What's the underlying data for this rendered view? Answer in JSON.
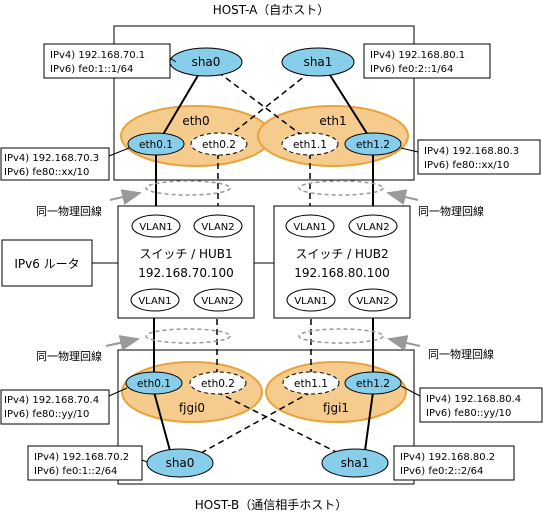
{
  "host_a": {
    "title": "HOST-A（自ホスト）"
  },
  "host_b": {
    "title": "HOST-B（通信相手ホスト）"
  },
  "nodes": {
    "a_sha0": "sha0",
    "a_sha1": "sha1",
    "b_sha0": "sha0",
    "b_sha1": "sha1",
    "eth0": "eth0",
    "eth1": "eth1",
    "fjgi0": "fjgi0",
    "fjgi1": "fjgi1",
    "eth0_1": "eth0.1",
    "eth0_2": "eth0.2",
    "eth1_1": "eth1.1",
    "eth1_2": "eth1.2",
    "b_eth0_1": "eth0.1",
    "b_eth0_2": "eth0.2",
    "b_eth1_1": "eth1.1",
    "b_eth1_2": "eth1.2"
  },
  "address_boxes": {
    "a_sha0": [
      "IPv4) 192.168.70.1",
      "IPv6) fe0:1::1/64"
    ],
    "a_sha1": [
      "IPv4) 192.168.80.1",
      "IPv6) fe0:2::1/64"
    ],
    "a_eth0_1": [
      "IPv4) 192.168.70.3",
      "IPv6) fe80::xx/10"
    ],
    "a_eth1_2": [
      "IPv4) 192.168.80.3",
      "IPv6) fe80::xx/10"
    ],
    "b_eth0_1": [
      "IPv4) 192.168.70.4",
      "IPv6) fe80::yy/10"
    ],
    "b_eth1_2": [
      "IPv4) 192.168.80.4",
      "IPv6) fe80::yy/10"
    ],
    "b_sha0": [
      "IPv4) 192.168.70.2",
      "IPv6) fe0:1::2/64"
    ],
    "b_sha1": [
      "IPv4) 192.168.80.2",
      "IPv6) fe0:2::2/64"
    ]
  },
  "switches": {
    "sw1": {
      "name": "スイッチ / HUB1",
      "ip": "192.168.70.100",
      "vlan_top": [
        "VLAN1",
        "VLAN2"
      ],
      "vlan_bottom": [
        "VLAN1",
        "VLAN2"
      ]
    },
    "sw2": {
      "name": "スイッチ / HUB2",
      "ip": "192.168.80.100",
      "vlan_top": [
        "VLAN1",
        "VLAN2"
      ],
      "vlan_bottom": [
        "VLAN1",
        "VLAN2"
      ]
    }
  },
  "router": {
    "label": "IPv6 ルータ"
  },
  "same_line_label": "同一物理回線",
  "colors": {
    "node_fill": "#87ceeb",
    "group_fill": "#f6cb8e",
    "group_stroke": "#e8a33a",
    "line": "#000000",
    "dashed_group": "#999999"
  }
}
